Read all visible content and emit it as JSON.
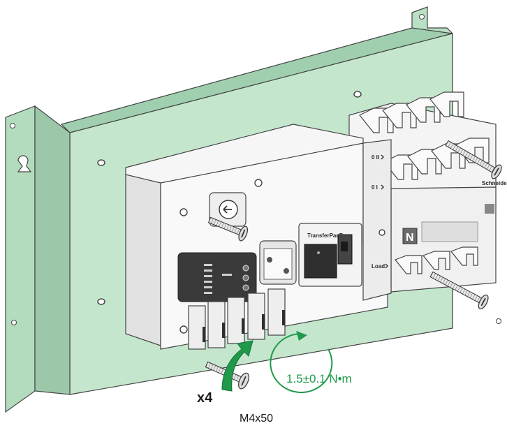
{
  "labels": {
    "quantity": "x4",
    "screw_size": "M4x50",
    "torque": "1.5±0.1 N•m",
    "terminal_top": "0 II",
    "terminal_mid": "0 I",
    "terminal_load": "Load",
    "neutral": "N",
    "product_name": "TransferPacT",
    "brand": "Schneider Electric"
  },
  "colors": {
    "plate": "#b9e0c4",
    "plate_edge": "#6f8f78",
    "device_body": "#f2f2f2",
    "outline": "#444444",
    "accent_green": "#1f9a4a",
    "panel_dark": "#3a3a3a"
  },
  "icons": [
    "screw-icon",
    "rotation-arrow-icon",
    "torque-arrow-icon"
  ]
}
